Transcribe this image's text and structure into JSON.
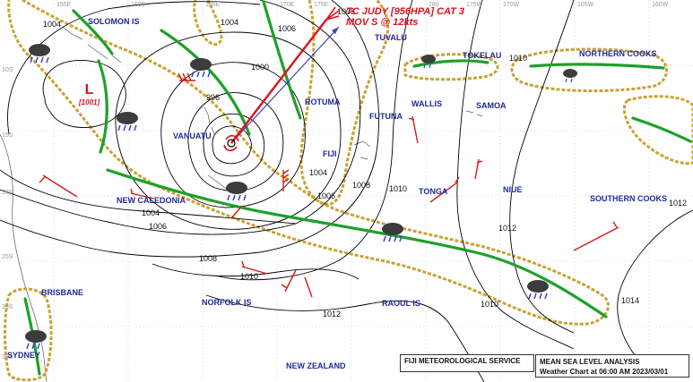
{
  "cyclone": {
    "label_line1": "TC JUDY [956HPA] CAT 3",
    "label_line2": "MOV S @ 12kts"
  },
  "low": {
    "letter": "L",
    "pressure": "[1001]"
  },
  "places": [
    {
      "id": "solomon",
      "text": "SOLOMON IS"
    },
    {
      "id": "tuvalu",
      "text": "TUVALU"
    },
    {
      "id": "tokelau",
      "text": "TOKELAU"
    },
    {
      "id": "northern_cooks",
      "text": "NORTHERN COOKS"
    },
    {
      "id": "rotuma",
      "text": "ROTUMA"
    },
    {
      "id": "futuna",
      "text": "FUTUNA"
    },
    {
      "id": "wallis",
      "text": "WALLIS"
    },
    {
      "id": "samoa",
      "text": "SAMOA"
    },
    {
      "id": "vanuatu",
      "text": "VANUATU"
    },
    {
      "id": "fiji",
      "text": "FIJI"
    },
    {
      "id": "tonga",
      "text": "TONGA"
    },
    {
      "id": "niue",
      "text": "NIUE"
    },
    {
      "id": "new_caledonia",
      "text": "NEW CALEDONIA"
    },
    {
      "id": "southern_cooks",
      "text": "SOUTHERN COOKS"
    },
    {
      "id": "brisbane",
      "text": "BRISBANE"
    },
    {
      "id": "norfolk",
      "text": "NORFOLK IS"
    },
    {
      "id": "raoul",
      "text": "RAOUL IS"
    },
    {
      "id": "sydney",
      "text": "SYDNEY"
    },
    {
      "id": "new_zealand",
      "text": "NEW ZEALAND"
    }
  ],
  "isobar_labels": [
    "1004",
    "1004",
    "1006",
    "1008",
    "1000",
    "996",
    "1010",
    "1010",
    "1012",
    "1004",
    "1006",
    "1008",
    "1010",
    "1004",
    "1006",
    "1008",
    "1010",
    "1012",
    "1010",
    "1012",
    "1014"
  ],
  "grid": {
    "lon_labels": [
      "155E",
      "160E",
      "165E",
      "170E",
      "175E",
      "180",
      "175W",
      "170W",
      "165W",
      "160W"
    ],
    "lat_labels": [
      "10S",
      "15S",
      "20S",
      "25S",
      "30S",
      "35S"
    ]
  },
  "footer": {
    "service": "FIJI METEOROLOGICAL SERVICE",
    "title_line1": "MEAN SEA LEVEL ANALYSIS",
    "title_line2": "Weather Chart at  06:00 AM  2023/03/01"
  },
  "colors": {
    "trough": "#1ea02a",
    "convection": "#c9a232",
    "isobar": "#000000",
    "label": "#1f2a9a",
    "cyclone": "#e0101c",
    "track": "#3b3fc8",
    "wind": "#d11b1b"
  }
}
